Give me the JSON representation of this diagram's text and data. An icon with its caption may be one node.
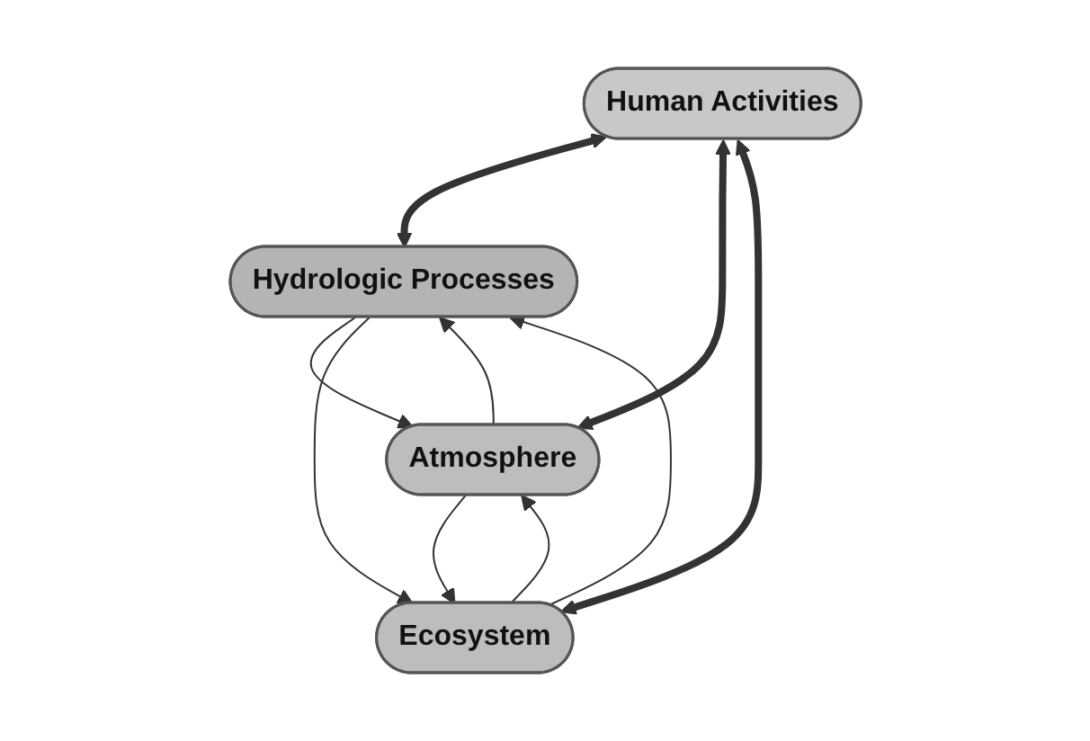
{
  "diagram": {
    "nodes": [
      {
        "text": [
          "Hydrologic Processes"
        ]
      },
      {
        "text": [
          "Human Activities"
        ]
      },
      {
        "text": [
          "Atmosphere"
        ]
      },
      {
        "text": [
          "Ecosystem"
        ]
      }
    ],
    "edges": [
      {
        "from": 0,
        "to": 2,
        "arrow": "to"
      },
      {
        "from": 2,
        "to": 0,
        "arrow": "to"
      },
      {
        "from": 0,
        "to": 3,
        "arrow": "to"
      },
      {
        "from": 3,
        "to": 0,
        "arrow": "to"
      },
      {
        "from": 2,
        "to": 3,
        "arrow": "to"
      },
      {
        "from": 3,
        "to": 2,
        "arrow": "to"
      },
      {
        "from": 1,
        "to": 0,
        "arrow": "both",
        "style": "thick"
      },
      {
        "from": 1,
        "to": 2,
        "arrow": "both",
        "style": "thick"
      },
      {
        "from": 1,
        "to": 3,
        "arrow": "both",
        "style": "thick"
      }
    ]
  }
}
